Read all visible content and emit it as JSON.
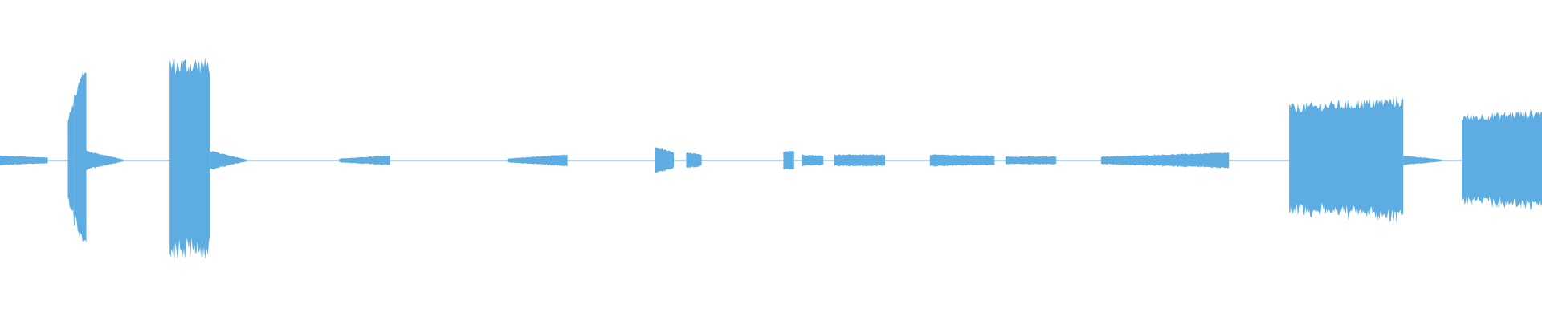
{
  "chart_data": {
    "type": "area",
    "kind": "audio-waveform",
    "series_color": "#5DADE2",
    "background": "#ffffff",
    "grid": false,
    "axes_visible": false,
    "ylim": [
      -1,
      1
    ],
    "segments": [
      {
        "start": 0.0,
        "end": 0.031,
        "amp": [
          0.05,
          0.03
        ]
      },
      {
        "start": 0.044,
        "end": 0.048,
        "amp": [
          0.45,
          0.65
        ]
      },
      {
        "start": 0.048,
        "end": 0.056,
        "amp": [
          0.65,
          1.0
        ]
      },
      {
        "start": 0.056,
        "end": 0.08,
        "amp": [
          0.1,
          0.01
        ]
      },
      {
        "start": 0.11,
        "end": 0.136,
        "amp": [
          1.0,
          1.0
        ]
      },
      {
        "start": 0.136,
        "end": 0.16,
        "amp": [
          0.1,
          0.01
        ]
      },
      {
        "start": 0.22,
        "end": 0.253,
        "amp": [
          0.02,
          0.05
        ]
      },
      {
        "start": 0.329,
        "end": 0.368,
        "amp": [
          0.02,
          0.06
        ]
      },
      {
        "start": 0.425,
        "end": 0.437,
        "amp": [
          0.14,
          0.08
        ]
      },
      {
        "start": 0.445,
        "end": 0.455,
        "amp": [
          0.08,
          0.06
        ]
      },
      {
        "start": 0.508,
        "end": 0.515,
        "amp": [
          0.1,
          0.1
        ]
      },
      {
        "start": 0.52,
        "end": 0.534,
        "amp": [
          0.06,
          0.05
        ]
      },
      {
        "start": 0.541,
        "end": 0.574,
        "amp": [
          0.06,
          0.06
        ]
      },
      {
        "start": 0.603,
        "end": 0.645,
        "amp": [
          0.06,
          0.05
        ]
      },
      {
        "start": 0.652,
        "end": 0.685,
        "amp": [
          0.04,
          0.04
        ]
      },
      {
        "start": 0.714,
        "end": 0.797,
        "amp": [
          0.04,
          0.08
        ]
      },
      {
        "start": 0.836,
        "end": 0.91,
        "amp": [
          0.55,
          0.62
        ]
      },
      {
        "start": 0.91,
        "end": 0.935,
        "amp": [
          0.05,
          0.01
        ]
      },
      {
        "start": 0.948,
        "end": 1.0,
        "amp": [
          0.45,
          0.5
        ]
      }
    ]
  }
}
